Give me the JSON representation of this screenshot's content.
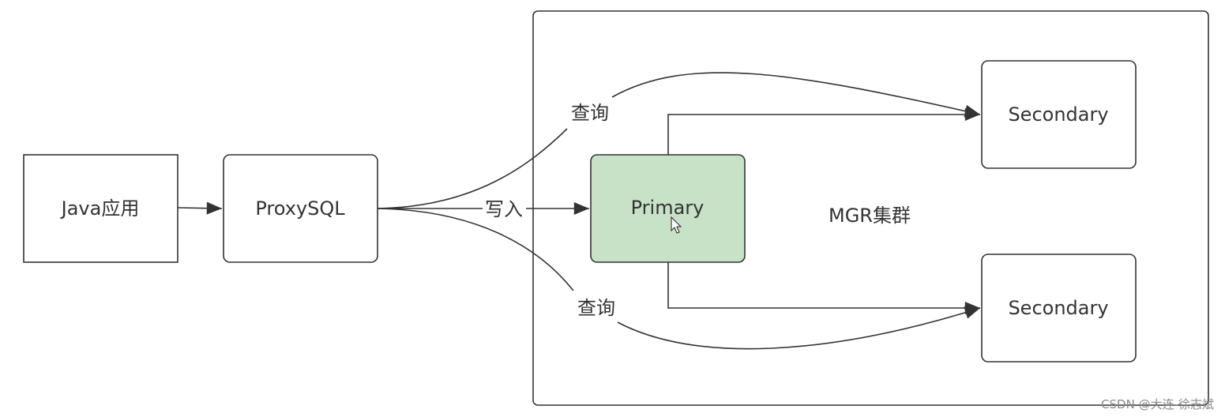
{
  "diagram": {
    "nodes": {
      "java_app": {
        "label": "Java应用"
      },
      "proxysql": {
        "label": "ProxySQL"
      },
      "primary": {
        "label": "Primary"
      },
      "secondary_top": {
        "label": "Secondary"
      },
      "secondary_bottom": {
        "label": "Secondary"
      }
    },
    "cluster": {
      "label": "MGR集群"
    },
    "edges": {
      "query_top": {
        "label": "查询"
      },
      "write": {
        "label": "写入"
      },
      "query_bottom": {
        "label": "查询"
      }
    }
  },
  "colors": {
    "stroke": "#333333",
    "primary_fill": "#c8e2c8",
    "node_fill": "#ffffff"
  },
  "watermark": "CSDN @大连-徐志斌"
}
